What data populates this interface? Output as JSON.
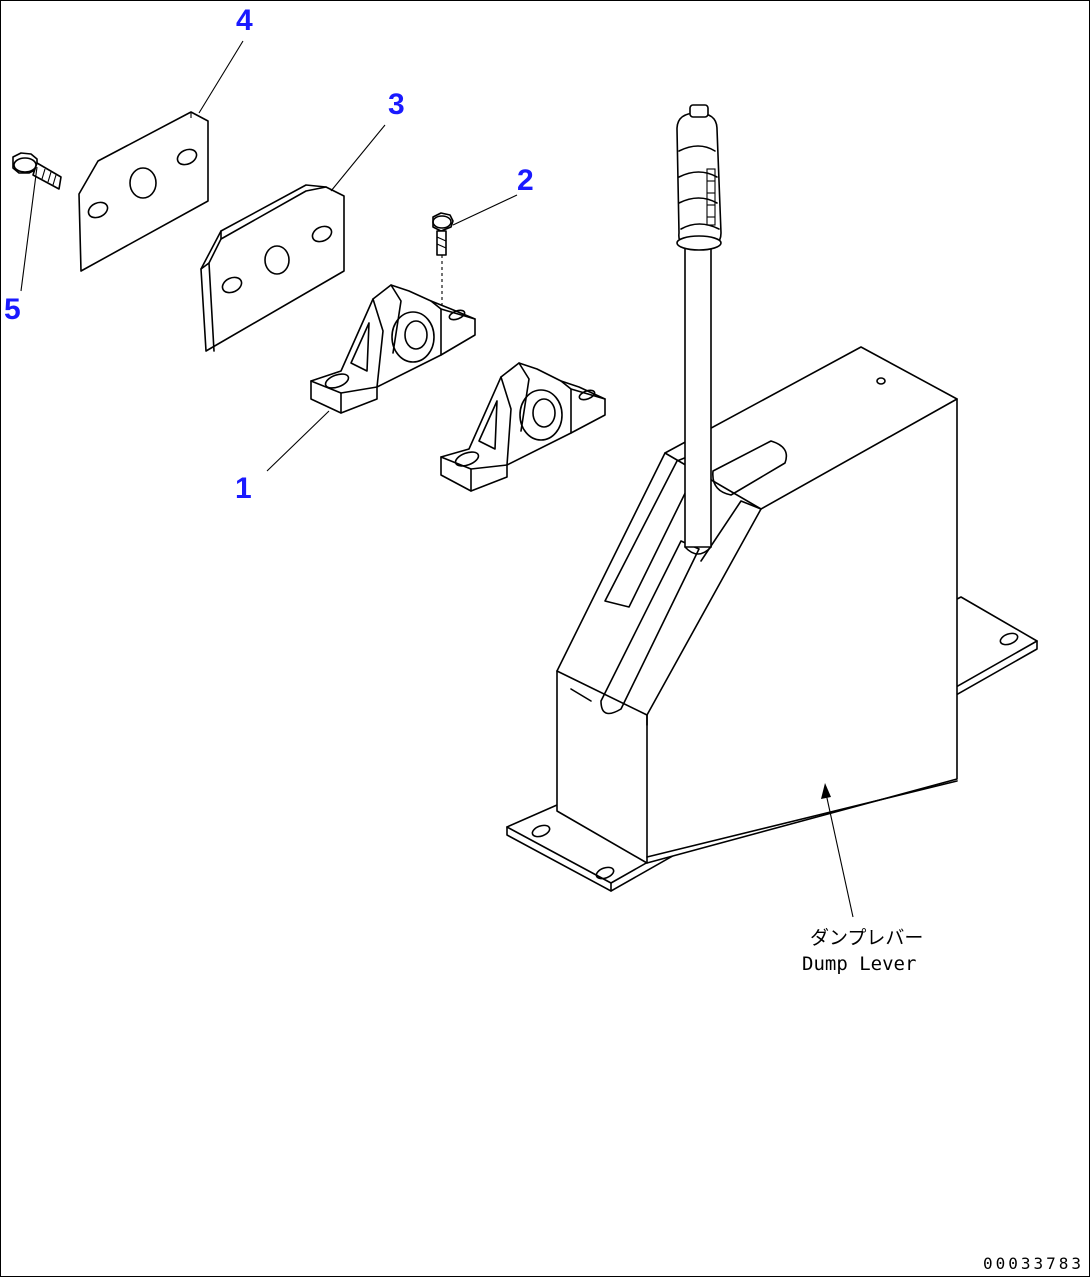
{
  "callouts": {
    "c1": "1",
    "c2": "2",
    "c3": "3",
    "c4": "4",
    "c5": "5"
  },
  "caption": {
    "japanese": "ダンプレバー",
    "english": "Dump Lever"
  },
  "drawing_code": "00033783",
  "colors": {
    "callout": "#1a1aff",
    "line": "#000000"
  }
}
